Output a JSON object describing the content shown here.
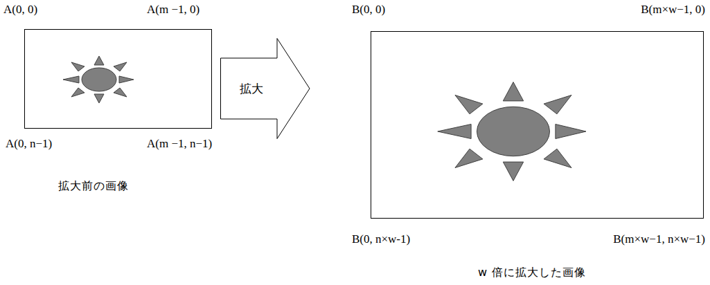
{
  "diagram": {
    "nodes": [
      {
        "text": [
          "拡大"
        ]
      }
    ],
    "labels": [
      "A(0, 0)",
      "A(m −1, 0)",
      "A(0, n−1)",
      "A(m −1, n−1)",
      "拡大前の画像",
      "B(0, 0)",
      "B(m×w−1, 0)",
      "B(0, n×w-1)",
      "B(m×w−1, n×w−1)",
      "w 倍に拡大した画像"
    ]
  }
}
